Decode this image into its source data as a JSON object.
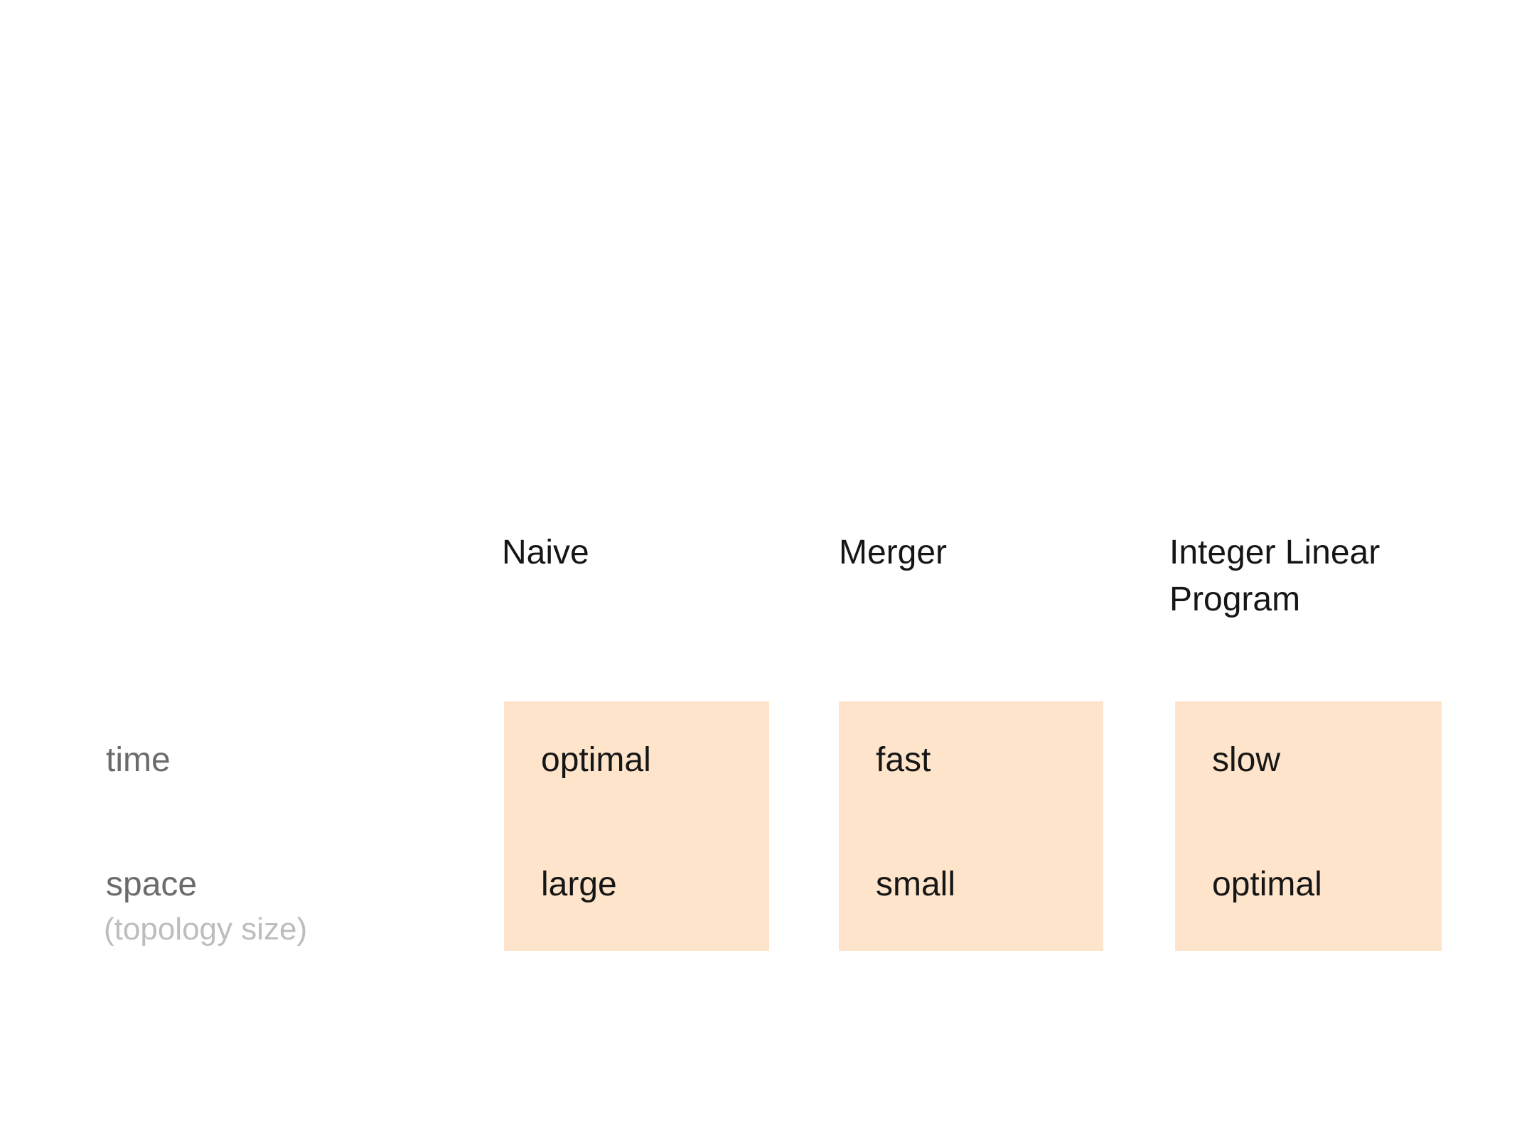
{
  "comparison": {
    "row_labels": {
      "time": "time",
      "space": "space",
      "space_note": "(topology size)"
    },
    "columns": [
      {
        "name": "Naive",
        "time": "optimal",
        "space": "large"
      },
      {
        "name": "Merger",
        "time": "fast",
        "space": "small"
      },
      {
        "name": "Integer Linear Program",
        "time": "slow",
        "space": "optimal"
      }
    ]
  },
  "colors": {
    "background": "#ffffff",
    "text": "#161616",
    "cell_bg": "#fde4ca",
    "row_label": "#6b6b6b",
    "row_sublabel": "#bdbdbd"
  }
}
